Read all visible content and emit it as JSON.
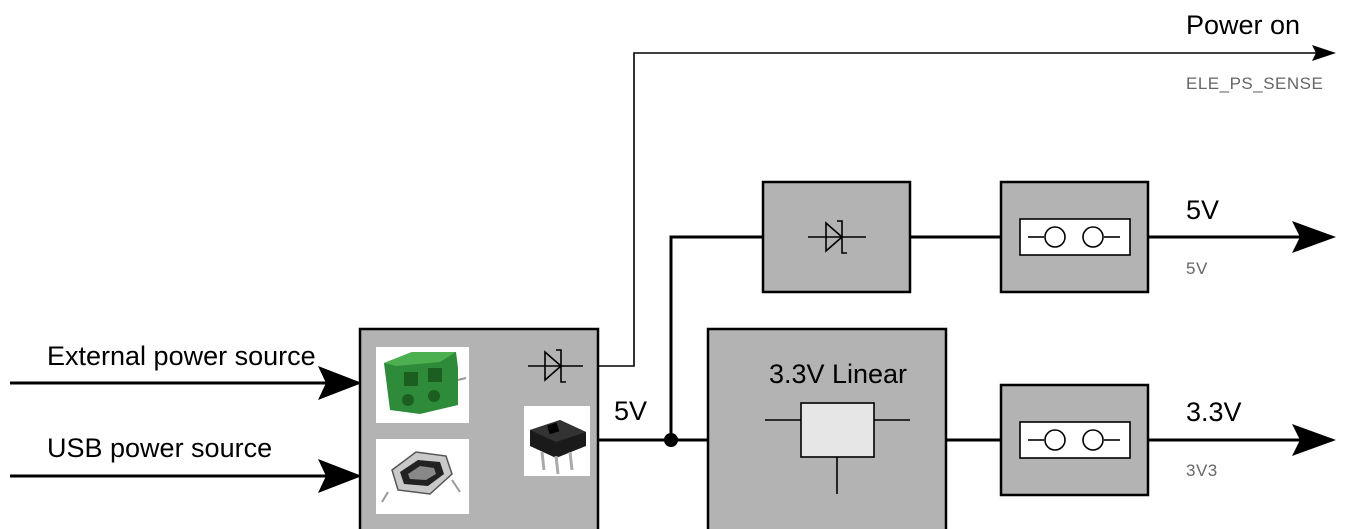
{
  "inputs": {
    "external_label": "External power source",
    "usb_label": "USB power source"
  },
  "bus": {
    "label_5v": "5V"
  },
  "regulator": {
    "label": "3.3V Linear"
  },
  "outputs": {
    "power_on_label": "Power on",
    "power_on_signal": "ELE_PS_SENSE",
    "out_5v_label": "5V",
    "out_5v_signal": "5V",
    "out_3v3_label": "3.3V",
    "out_3v3_signal": "3V3"
  },
  "colors": {
    "box_fill": "#b3b3b3",
    "terminal_green": "#2e8b3a",
    "signal_grey": "#666666"
  },
  "icons": [
    "terminal-block-icon",
    "usb-connector-icon",
    "slide-switch-icon",
    "diode-icon",
    "jumper-icon",
    "regulator-icon"
  ]
}
